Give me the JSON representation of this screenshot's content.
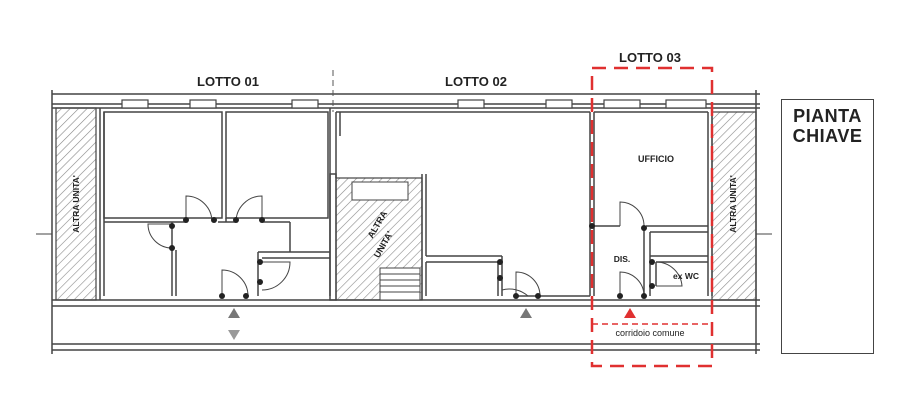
{
  "lots": {
    "lotto01": "LOTTO 01",
    "lotto02": "LOTTO 02",
    "lotto03": "LOTTO 03"
  },
  "rooms": {
    "altra_left": "ALTRA UNITA'",
    "altra_center_line1": "ALTRA",
    "altra_center_line2": "UNITA'",
    "altra_right": "ALTRA UNITA'",
    "ufficio": "UFFICIO",
    "dis": "DIS.",
    "ex_wc": "ex WC",
    "corridoio": "corridoio comune"
  },
  "key": {
    "title": "PIANTA\nCHIAVE"
  },
  "colors": {
    "wall": "#444444",
    "highlight": "#e03030",
    "hatch": "#888888"
  }
}
